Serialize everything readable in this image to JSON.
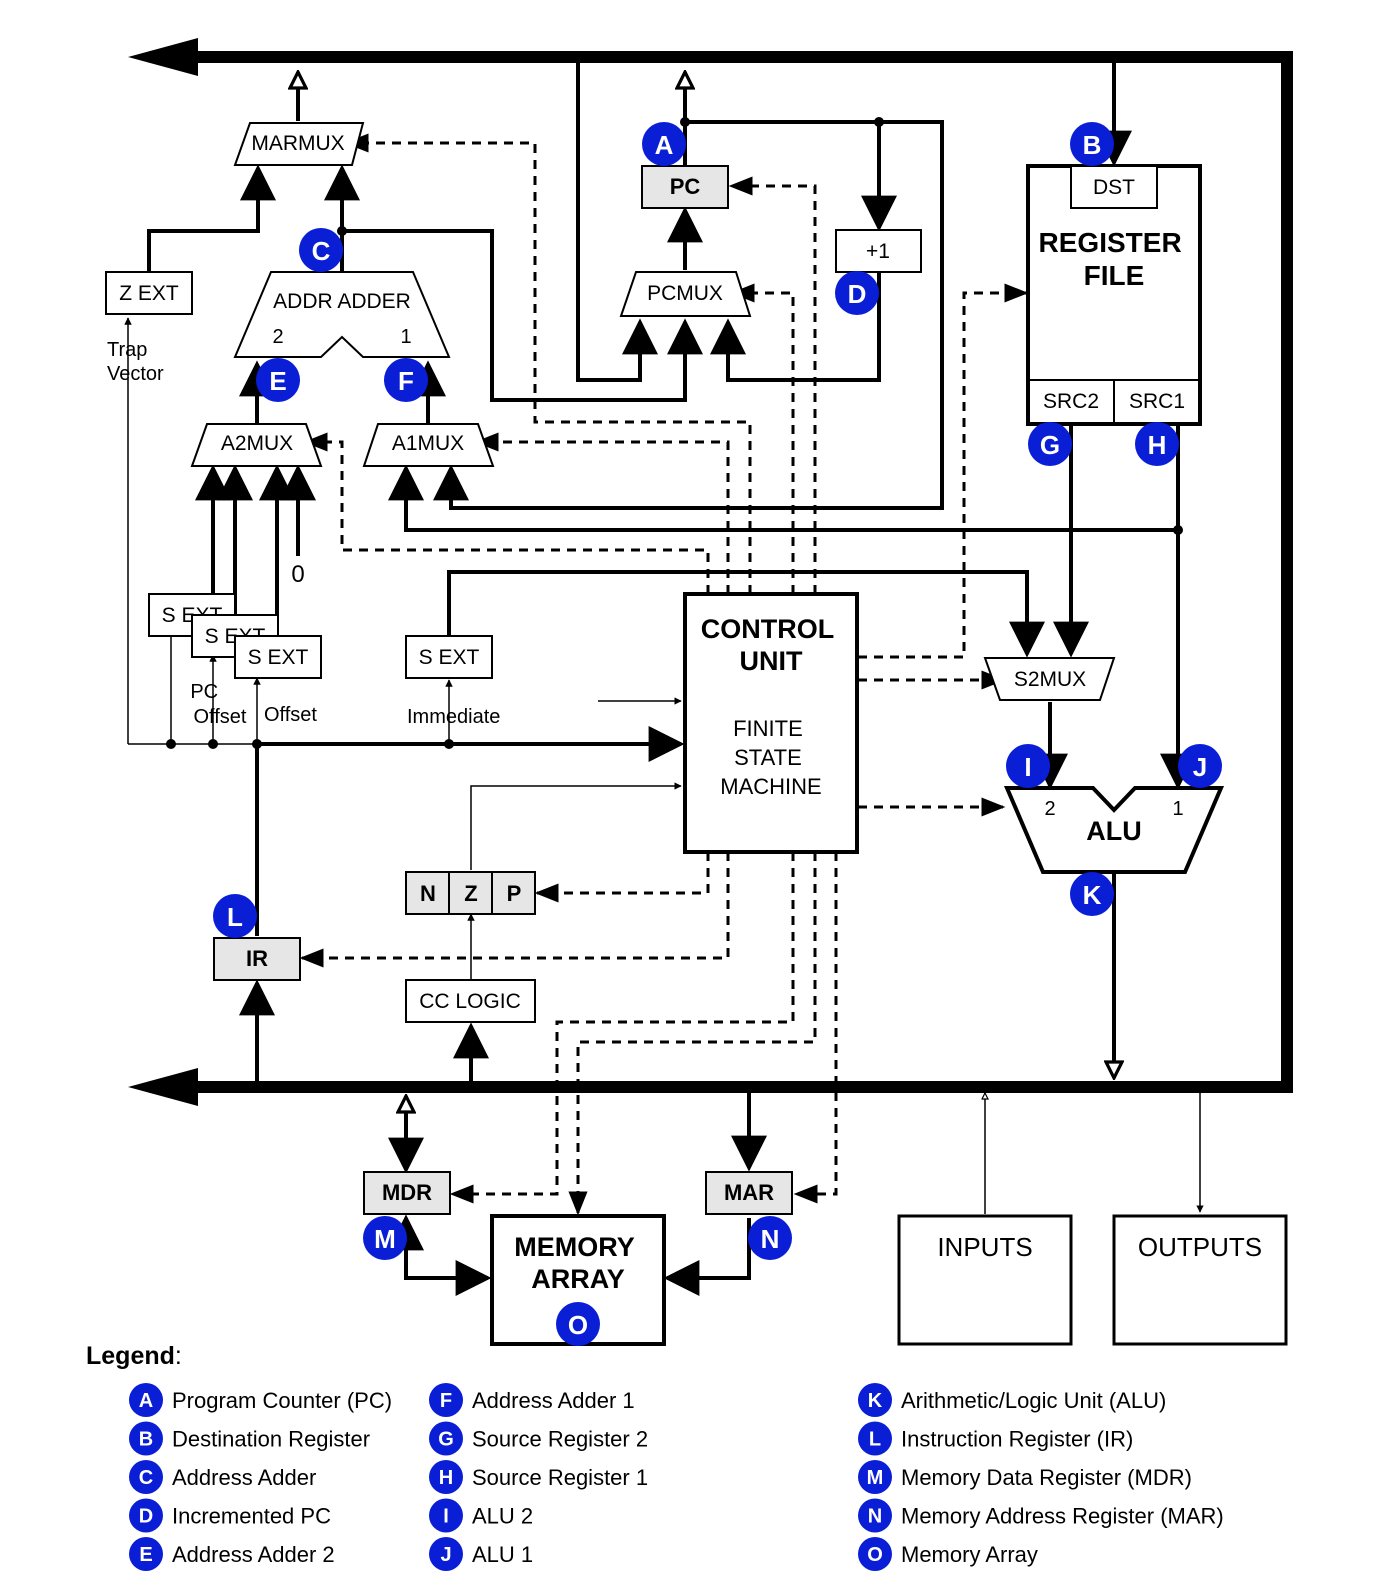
{
  "components": {
    "marmux": "MARMUX",
    "pc": "PC",
    "pcmux": "PCMUX",
    "plus1": "+1",
    "dst": "DST",
    "register_file": [
      "REGISTER",
      "FILE"
    ],
    "src2": "SRC2",
    "src1": "SRC1",
    "zext": "Z EXT",
    "trap_vector": [
      "Trap",
      "Vector"
    ],
    "addr_adder": "ADDR ADDER",
    "adder_in2": "2",
    "adder_in1": "1",
    "a2mux": "A2MUX",
    "a1mux": "A1MUX",
    "zero": "0",
    "sext": "S EXT",
    "pc_offset": [
      "PC",
      "Offset"
    ],
    "offset": "Offset",
    "immediate": "Immediate",
    "control_unit": [
      "CONTROL",
      "UNIT"
    ],
    "fsm": [
      "FINITE",
      "STATE",
      "MACHINE"
    ],
    "s2mux": "S2MUX",
    "alu": "ALU",
    "alu_in2": "2",
    "alu_in1": "1",
    "n": "N",
    "z": "Z",
    "p": "P",
    "ir": "IR",
    "cc_logic": "CC LOGIC",
    "mdr": "MDR",
    "mar": "MAR",
    "memory_array": [
      "MEMORY",
      "ARRAY"
    ],
    "inputs": "INPUTS",
    "outputs": "OUTPUTS"
  },
  "badges": [
    "A",
    "B",
    "C",
    "D",
    "E",
    "F",
    "G",
    "H",
    "I",
    "J",
    "K",
    "L",
    "M",
    "N",
    "O"
  ],
  "legend": {
    "title": "Legend",
    "title_suffix": ":",
    "items": [
      {
        "badge": "A",
        "text": "Program Counter (PC)"
      },
      {
        "badge": "B",
        "text": "Destination Register"
      },
      {
        "badge": "C",
        "text": "Address Adder"
      },
      {
        "badge": "D",
        "text": "Incremented PC"
      },
      {
        "badge": "E",
        "text": "Address Adder 2"
      },
      {
        "badge": "F",
        "text": "Address Adder 1"
      },
      {
        "badge": "G",
        "text": "Source Register 2"
      },
      {
        "badge": "H",
        "text": "Source Register 1"
      },
      {
        "badge": "I",
        "text": "ALU 2"
      },
      {
        "badge": "J",
        "text": "ALU 1"
      },
      {
        "badge": "K",
        "text": "Arithmetic/Logic Unit (ALU)"
      },
      {
        "badge": "L",
        "text": "Instruction Register (IR)"
      },
      {
        "badge": "M",
        "text": "Memory Data Register (MDR)"
      },
      {
        "badge": "N",
        "text": "Memory Address Register (MAR)"
      },
      {
        "badge": "O",
        "text": "Memory Array"
      }
    ]
  },
  "colors": {
    "badge": "#0a1ed6",
    "register_fill": "#e6e6e6",
    "line": "#000000"
  }
}
